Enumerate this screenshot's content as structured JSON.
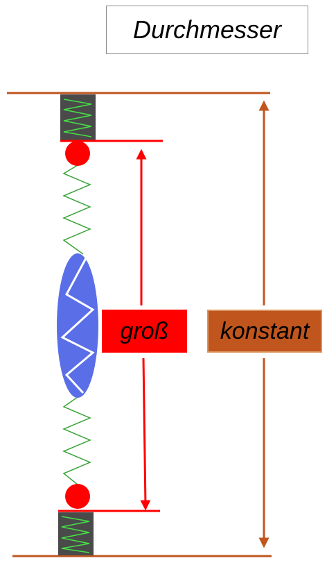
{
  "title": "Durchmesser",
  "labels": {
    "gross": "groß",
    "konstant": "konstant"
  },
  "colors": {
    "red": "#ff0000",
    "brown": "#c0561e",
    "spring": "#3aa43a",
    "ellipse": "#5a6ee8",
    "block": "#4a4a4a",
    "block_spring": "#46e046"
  }
}
